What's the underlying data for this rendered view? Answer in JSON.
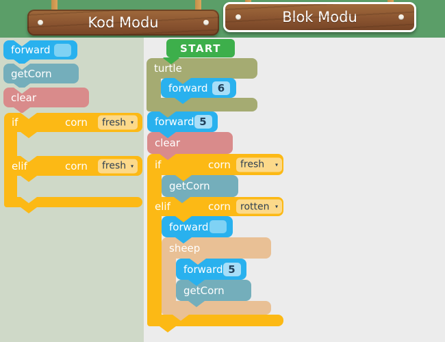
{
  "header": {
    "tabs": [
      {
        "label": "Kod Modu",
        "selected": false
      },
      {
        "label": "Blok Modu",
        "selected": true
      }
    ]
  },
  "palette": {
    "forward": {
      "label": "forward"
    },
    "getcorn": {
      "label": "getCorn"
    },
    "clear": {
      "label": "clear"
    },
    "cond": {
      "if_kw": "if",
      "elif_kw": "elif",
      "param": "corn",
      "if_value": "fresh",
      "elif_value": "fresh"
    }
  },
  "workspace": {
    "start": {
      "label": "START"
    },
    "turtle": {
      "label": "turtle"
    },
    "fwd_turtle": {
      "label": "forward",
      "value": "6"
    },
    "fwd_main": {
      "label": "forward",
      "value": "5"
    },
    "clear": {
      "label": "clear"
    },
    "cond": {
      "if_kw": "if",
      "elif_kw": "elif",
      "param": "corn",
      "if_value": "fresh",
      "elif_value": "rotten"
    },
    "getcorn_if": {
      "label": "getCorn"
    },
    "fwd_elif": {
      "label": "forward",
      "value": ""
    },
    "sheep": {
      "label": "sheep"
    },
    "fwd_sheep": {
      "label": "forward",
      "value": "5"
    },
    "getcorn_sheep": {
      "label": "getCorn"
    }
  },
  "ui": {
    "dropdown_arrow": "▾"
  },
  "colors": {
    "header_bg": "#5b9e68",
    "palette_bg": "#cfd9c8",
    "workspace_bg": "#ececec",
    "wood_brown": "#8a5430",
    "block_blue": "#29b1ee",
    "block_teal": "#74aebb",
    "block_salmon": "#d98b8b",
    "block_orange": "#fcb915",
    "block_start_green": "#3daf4b",
    "block_olive": "#a5ab72",
    "block_tan": "#e9c095",
    "dropdown_bg": "#fcd98a",
    "value_chip_bg": "#a7def8"
  }
}
